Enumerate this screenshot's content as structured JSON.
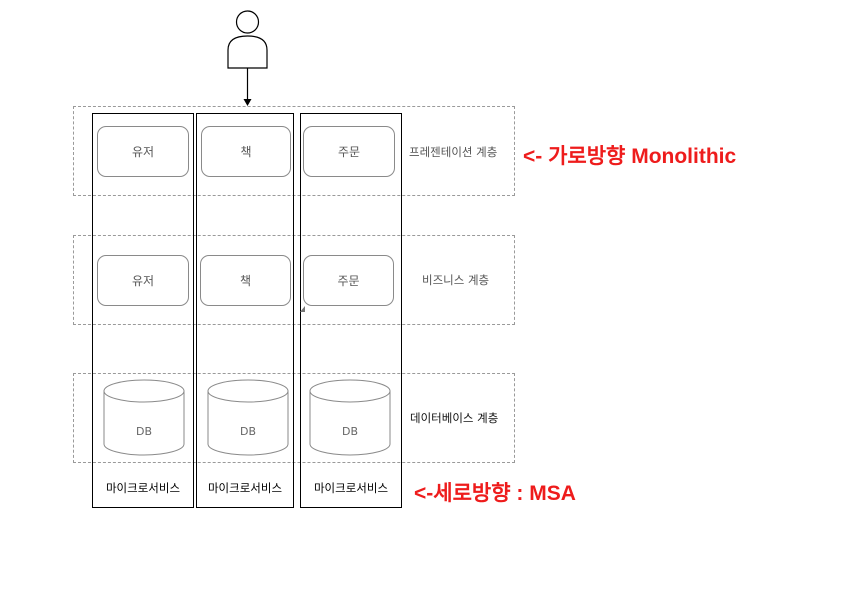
{
  "layers": {
    "presentation": "프레젠테이션 계층",
    "business": "비즈니스 계층",
    "database": "데이터베이스 계층"
  },
  "presentation_boxes": [
    "유저",
    "책",
    "주문"
  ],
  "business_boxes": [
    "유저",
    "책",
    "주문"
  ],
  "db_labels": [
    "DB",
    "DB",
    "DB"
  ],
  "services": [
    "마이크로서비스",
    "마이크로서비스",
    "마이크로서비스"
  ],
  "annotations": {
    "horizontal": "<- 가로방향 Monolithic",
    "vertical": "<-세로방향 : MSA"
  },
  "colors": {
    "annotation": "#ee1c1c"
  }
}
